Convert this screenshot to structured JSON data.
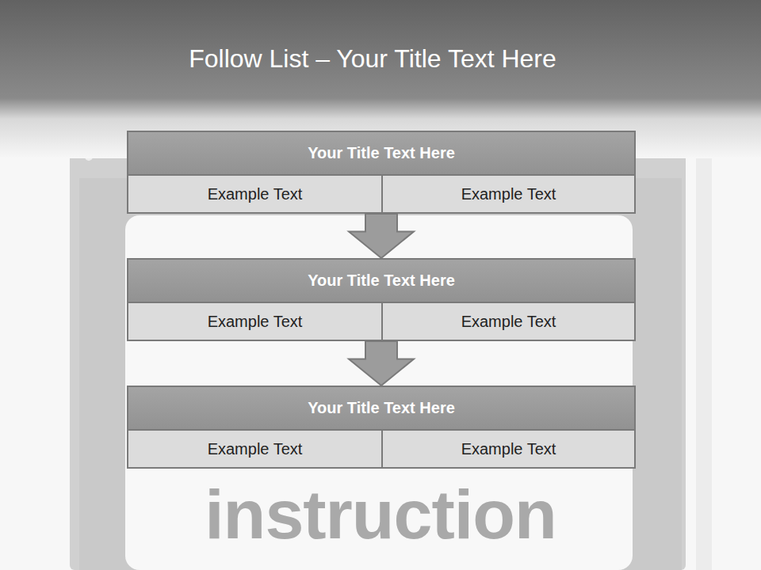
{
  "diagram": {
    "title": "Follow List – Your Title Text Here",
    "nodes": [
      {
        "text": [
          "Your Title Text Here"
        ]
      },
      {
        "text": [
          "Example Text"
        ],
        "in": 0
      },
      {
        "text": [
          "Example Text"
        ],
        "in": 0
      },
      {
        "text": [
          "Your Title Text Here"
        ]
      },
      {
        "text": [
          "Example Text"
        ],
        "in": 3
      },
      {
        "text": [
          "Example Text"
        ],
        "in": 3
      },
      {
        "text": [
          "Your Title Text Here"
        ]
      },
      {
        "text": [
          "Example Text"
        ],
        "in": 6
      },
      {
        "text": [
          "Example Text"
        ],
        "in": 6
      }
    ],
    "edges": [
      {
        "from": 0,
        "to": 3,
        "arrow": "to"
      },
      {
        "from": 3,
        "to": 6,
        "arrow": "to"
      }
    ],
    "labels": [
      "instruction"
    ]
  }
}
